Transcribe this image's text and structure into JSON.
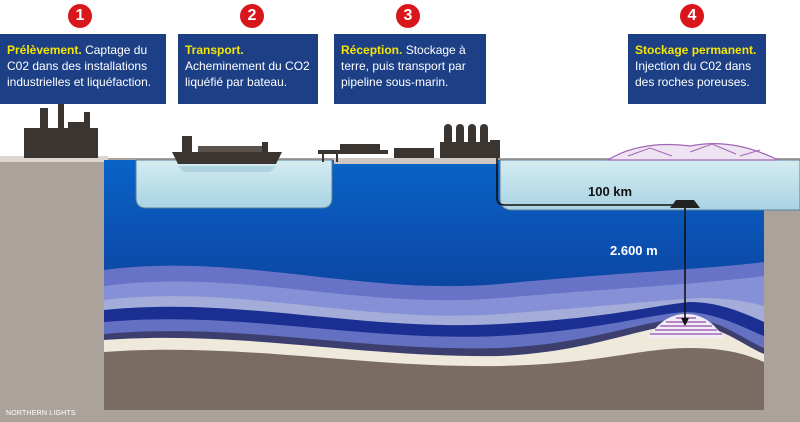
{
  "steps": [
    {
      "number": "1",
      "title": "Prélèvement.",
      "text": "Captage du C02 dans des installations industrielles et liquéfaction."
    },
    {
      "number": "2",
      "title": "Transport.",
      "text": "Acheminement du CO2 liquéfié par bateau."
    },
    {
      "number": "3",
      "title": "Réception.",
      "text": "Stockage à terre, puis transport par pipeline sous-marin."
    },
    {
      "number": "4",
      "title": "Stockage permanent.",
      "text": "Injection du C02 dans des roches poreuses."
    }
  ],
  "labels": {
    "distance": "100 km",
    "depth": "2.600 m"
  },
  "credit": "NORTHERN LIGHTS",
  "colors": {
    "box": "#1c3f86",
    "highlight": "#f5e600",
    "badge": "#d9161c",
    "water_shallow": "#bfe0ea",
    "reservoir": "#a267b8"
  }
}
